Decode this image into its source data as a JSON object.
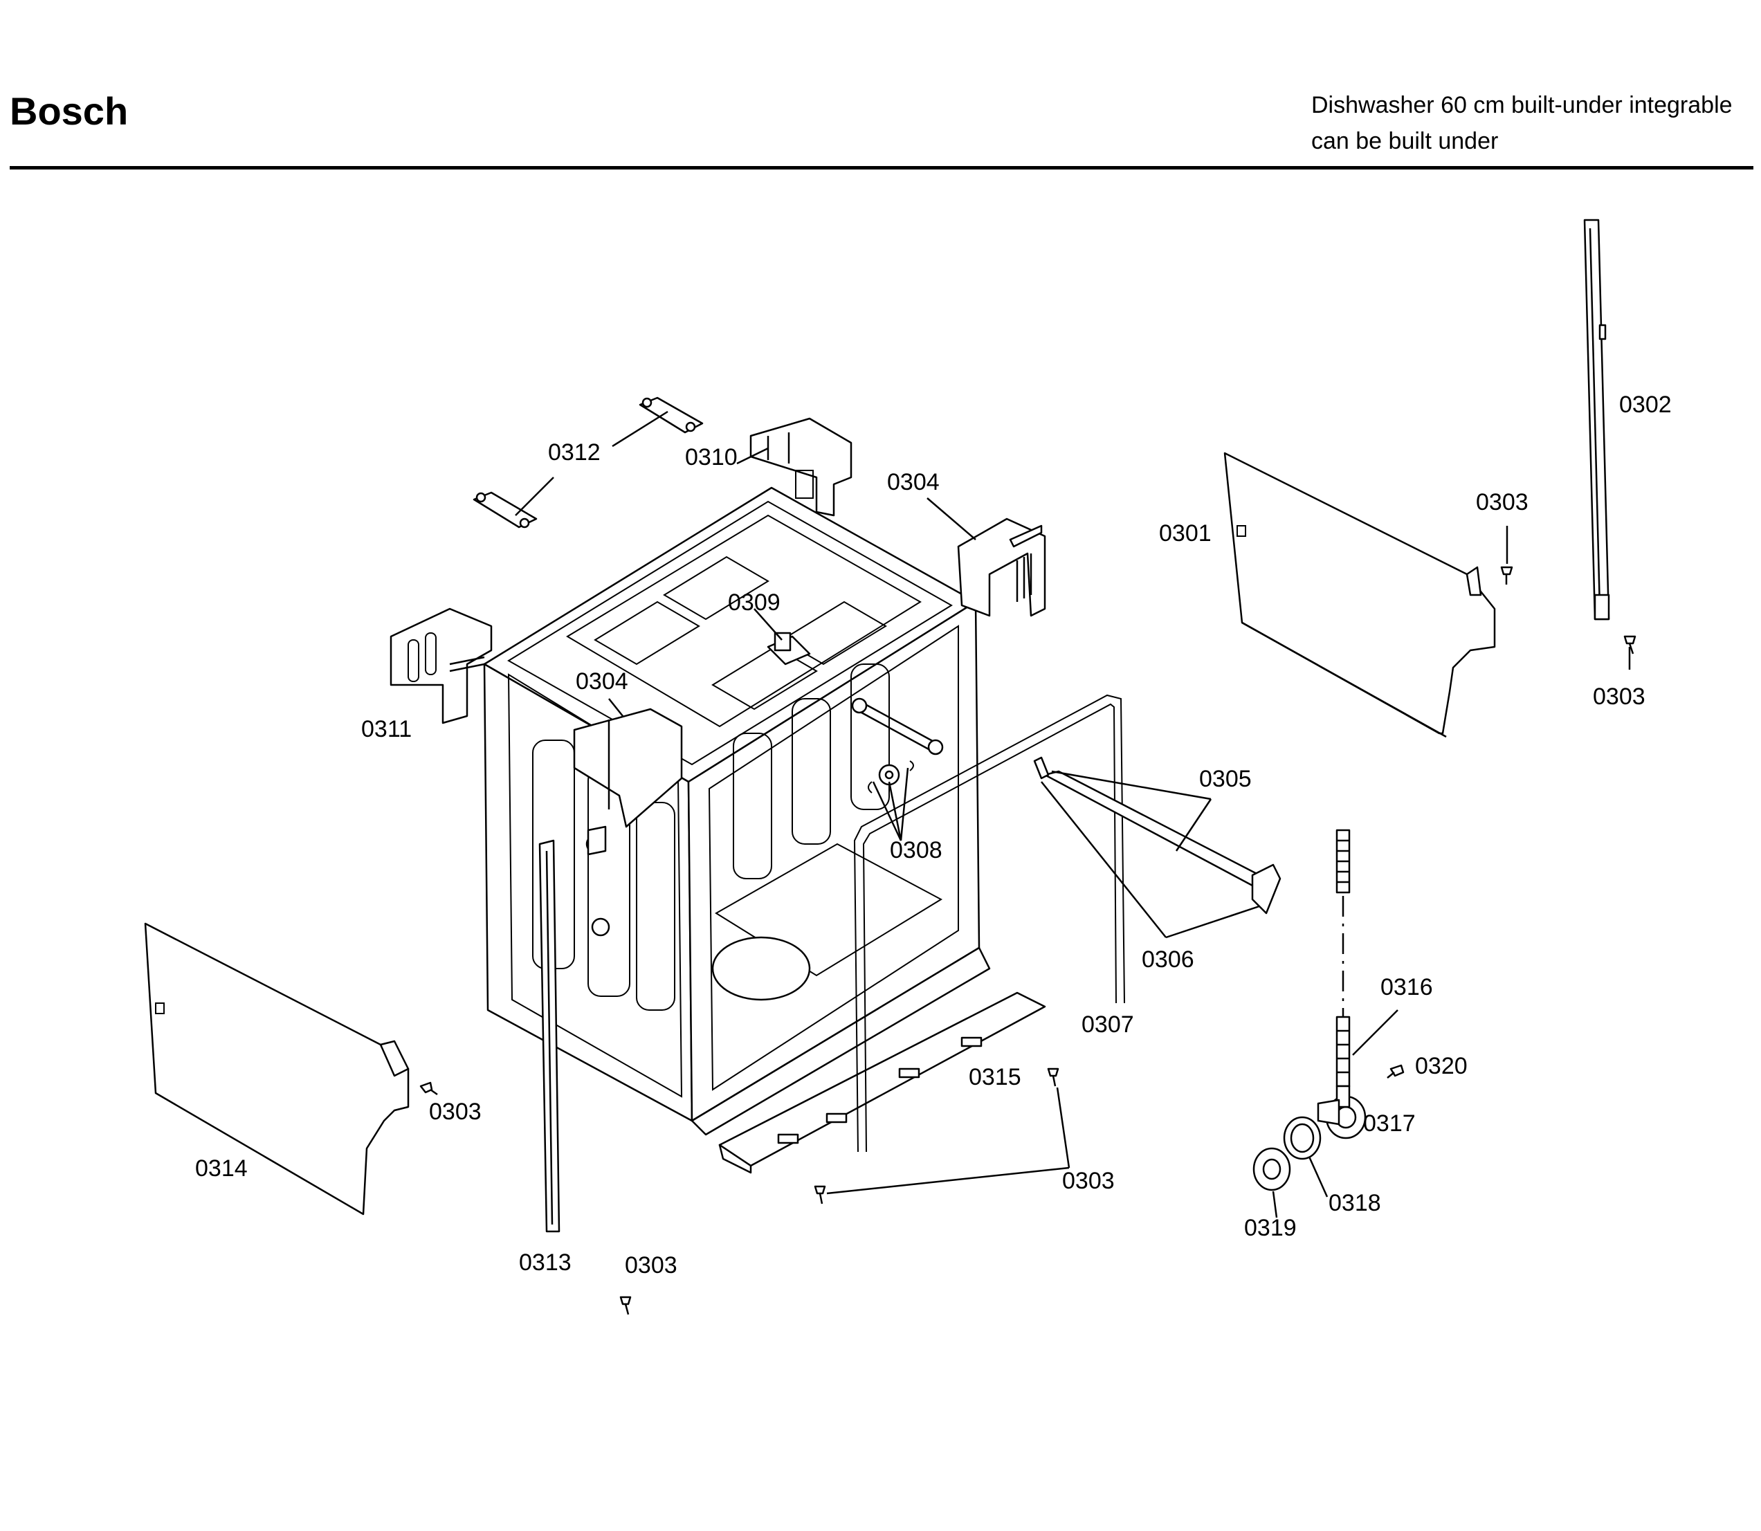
{
  "header": {
    "brand": "Bosch",
    "subtitle_line1": "Dishwasher 60 cm built-under integrable",
    "subtitle_line2": "can be built under"
  },
  "callouts": {
    "c0301": "0301",
    "c0302": "0302",
    "c0303_a": "0303",
    "c0303_b": "0303",
    "c0303_c": "0303",
    "c0303_d": "0303",
    "c0303_e": "0303",
    "c0304_a": "0304",
    "c0304_b": "0304",
    "c0305": "0305",
    "c0306": "0306",
    "c0307": "0307",
    "c0308": "0308",
    "c0309": "0309",
    "c0310": "0310",
    "c0311": "0311",
    "c0312": "0312",
    "c0313": "0313",
    "c0314": "0314",
    "c0315": "0315",
    "c0316": "0316",
    "c0317": "0317",
    "c0318": "0318",
    "c0319": "0319",
    "c0320": "0320"
  }
}
